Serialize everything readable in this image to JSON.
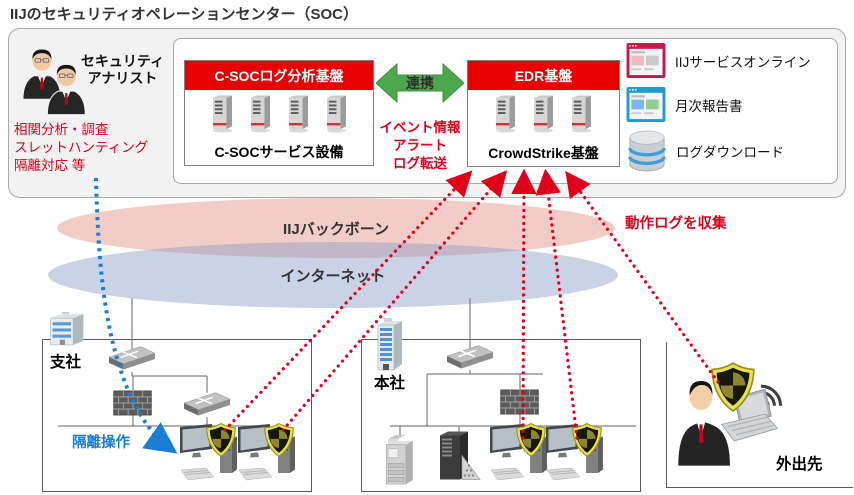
{
  "title": "IIJのセキュリティオペレーションセンター（SOC）",
  "soc": {
    "analysts": {
      "label": "セキュリティ\nアナリスト",
      "tasks": [
        "相関分析・調査",
        "スレットハンティング",
        "隔離対応 等"
      ]
    },
    "csoc": {
      "header": "C-SOCログ分析基盤",
      "caption": "C-SOCサービス設備"
    },
    "link_label": "連携",
    "transfer_lines": [
      "イベント情報",
      "アラート",
      "ログ転送"
    ],
    "edr": {
      "header": "EDR基盤",
      "caption": "CrowdStrike基盤"
    },
    "services": [
      {
        "icon": "browser-red-icon",
        "label": "IIJサービスオンライン"
      },
      {
        "icon": "browser-blue-icon",
        "label": "月次報告書"
      },
      {
        "icon": "database-icon",
        "label": "ログダウンロード"
      }
    ]
  },
  "network": {
    "backbone_label": "IIJバックボーン",
    "internet_label": "インターネット"
  },
  "annotations": {
    "collect_logs": "動作ログを収集",
    "isolation": "隔離操作"
  },
  "sites": {
    "branch_label": "支社",
    "hq_label": "本社",
    "mobile_label": "外出先"
  },
  "colors": {
    "header_red": "#e60000",
    "accent_red": "#e0001a",
    "link_green": "#4ba84b",
    "isolation_blue": "#1a7fd4",
    "backbone_pink": "#f0cdc8",
    "internet_blue": "#ccd4e6"
  }
}
